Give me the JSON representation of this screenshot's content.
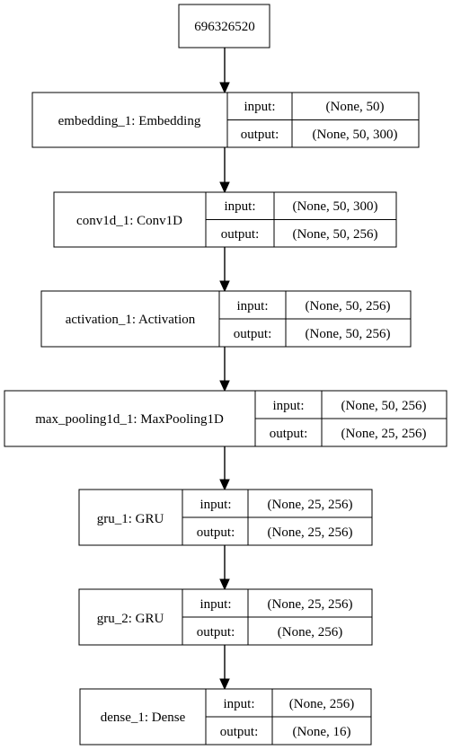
{
  "input_node": {
    "label": "696326520"
  },
  "layers": [
    {
      "name": "embedding_1: Embedding",
      "input_label": "input:",
      "output_label": "output:",
      "input_shape": "(None, 50)",
      "output_shape": "(None, 50, 300)"
    },
    {
      "name": "conv1d_1: Conv1D",
      "input_label": "input:",
      "output_label": "output:",
      "input_shape": "(None, 50, 300)",
      "output_shape": "(None, 50, 256)"
    },
    {
      "name": "activation_1: Activation",
      "input_label": "input:",
      "output_label": "output:",
      "input_shape": "(None, 50, 256)",
      "output_shape": "(None, 50, 256)"
    },
    {
      "name": "max_pooling1d_1: MaxPooling1D",
      "input_label": "input:",
      "output_label": "output:",
      "input_shape": "(None, 50, 256)",
      "output_shape": "(None, 25, 256)"
    },
    {
      "name": "gru_1: GRU",
      "input_label": "input:",
      "output_label": "output:",
      "input_shape": "(None, 25, 256)",
      "output_shape": "(None, 25, 256)"
    },
    {
      "name": "gru_2: GRU",
      "input_label": "input:",
      "output_label": "output:",
      "input_shape": "(None, 25, 256)",
      "output_shape": "(None, 256)"
    },
    {
      "name": "dense_1: Dense",
      "input_label": "input:",
      "output_label": "output:",
      "input_shape": "(None, 256)",
      "output_shape": "(None, 16)"
    }
  ]
}
